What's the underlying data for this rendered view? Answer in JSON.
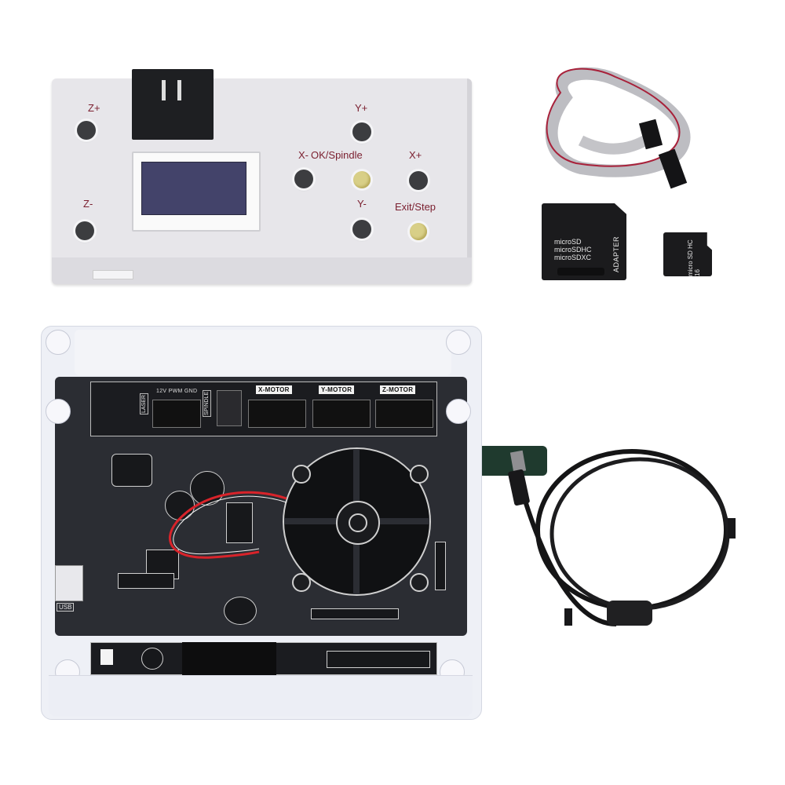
{
  "scene": {
    "description": "Product photo of a CNC/laser engraver controller kit on white background",
    "background_color": "#ffffff"
  },
  "controller": {
    "name": "Offline handheld controller",
    "body_color": "#e7e6ea",
    "label_color": "#7a1e2e",
    "buttons": [
      {
        "id": "z-plus",
        "label": "Z+",
        "color": "black"
      },
      {
        "id": "z-minus",
        "label": "Z-",
        "color": "black"
      },
      {
        "id": "y-plus",
        "label": "Y+",
        "color": "black"
      },
      {
        "id": "x-minus",
        "label": "X-",
        "color": "black"
      },
      {
        "id": "ok-spindle",
        "label": "OK/Spindle",
        "color": "yellow"
      },
      {
        "id": "x-plus",
        "label": "X+",
        "color": "black"
      },
      {
        "id": "y-minus",
        "label": "Y-",
        "color": "black"
      },
      {
        "id": "exit-step",
        "label": "Exit/Step",
        "color": "yellow"
      }
    ],
    "screen": "blank dark blue LCD"
  },
  "ribbon_cable": {
    "name": "Grey IDC ribbon cable",
    "stripe_color": "#a8213a"
  },
  "sd_adapter": {
    "lines": [
      "microSD",
      "microSDHC",
      "microSDXC"
    ],
    "side_label": "ADAPTER"
  },
  "microsd_card": {
    "text": "micro SD HC 16"
  },
  "board": {
    "name": "GRBL controller board in clear acrylic case",
    "top_labels": {
      "laser": "LASER",
      "laser_pins": "12V PWM GND",
      "spindle": "SPINDLE",
      "x_motor": "X-MOTOR",
      "y_motor": "Y-MOTOR",
      "z_motor": "Z-MOTOR"
    },
    "usb_label": "USB",
    "pcb_color": "#2b2d33",
    "wire_color": "#d8232a"
  },
  "usb_cable": {
    "name": "USB A to Mini-USB cable with ferrite core",
    "color": "#151516"
  }
}
